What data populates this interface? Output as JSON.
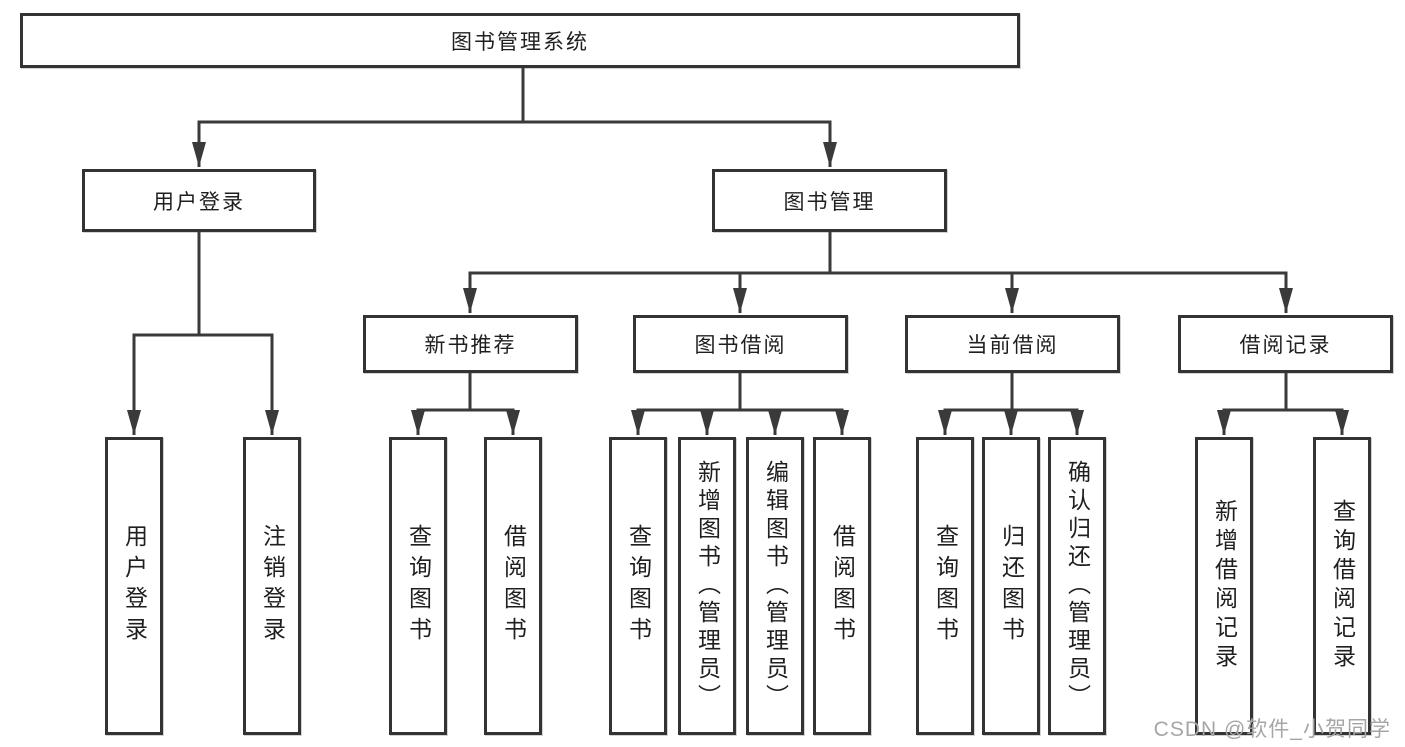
{
  "diagram": {
    "type": "hierarchy",
    "colors": {
      "border": "#333333",
      "line": "#3a3a3a",
      "text": "#1f1f1f",
      "watermark": "#a6a6a6",
      "background": "#ffffff"
    },
    "nodes": {
      "root": {
        "label": "图书管理系统"
      },
      "user_login": {
        "label": "用户登录"
      },
      "book_management": {
        "label": "图书管理"
      },
      "new_book_recommend": {
        "label": "新书推荐"
      },
      "book_borrow": {
        "label": "图书借阅"
      },
      "current_borrow": {
        "label": "当前借阅"
      },
      "borrow_records": {
        "label": "借阅记录"
      },
      "login": {
        "label": "用户登录"
      },
      "logout": {
        "label": "注销登录"
      },
      "recommend_query_books": {
        "label": "查询图书"
      },
      "recommend_borrow_books": {
        "label": "借阅图书"
      },
      "borrow_query_books": {
        "label": "查询图书"
      },
      "borrow_add_books": {
        "label": "新增图书（管理员）"
      },
      "borrow_edit_books": {
        "label": "编辑图书（管理员）"
      },
      "borrow_borrow_books": {
        "label": "借阅图书"
      },
      "current_query_books": {
        "label": "查询图书"
      },
      "current_return_books": {
        "label": "归还图书"
      },
      "current_confirm_return": {
        "label": "确认归还（管理员）"
      },
      "records_add": {
        "label": "新增借阅记录"
      },
      "records_query": {
        "label": "查询借阅记录"
      }
    },
    "structure": {
      "root": [
        "user_login",
        "book_management"
      ],
      "user_login": [
        "login",
        "logout"
      ],
      "book_management": [
        "new_book_recommend",
        "book_borrow",
        "current_borrow",
        "borrow_records"
      ],
      "new_book_recommend": [
        "recommend_query_books",
        "recommend_borrow_books"
      ],
      "book_borrow": [
        "borrow_query_books",
        "borrow_add_books",
        "borrow_edit_books",
        "borrow_borrow_books"
      ],
      "current_borrow": [
        "current_query_books",
        "current_return_books",
        "current_confirm_return"
      ],
      "borrow_records": [
        "records_add",
        "records_query"
      ]
    },
    "watermark": "CSDN @软件_小贺同学"
  }
}
